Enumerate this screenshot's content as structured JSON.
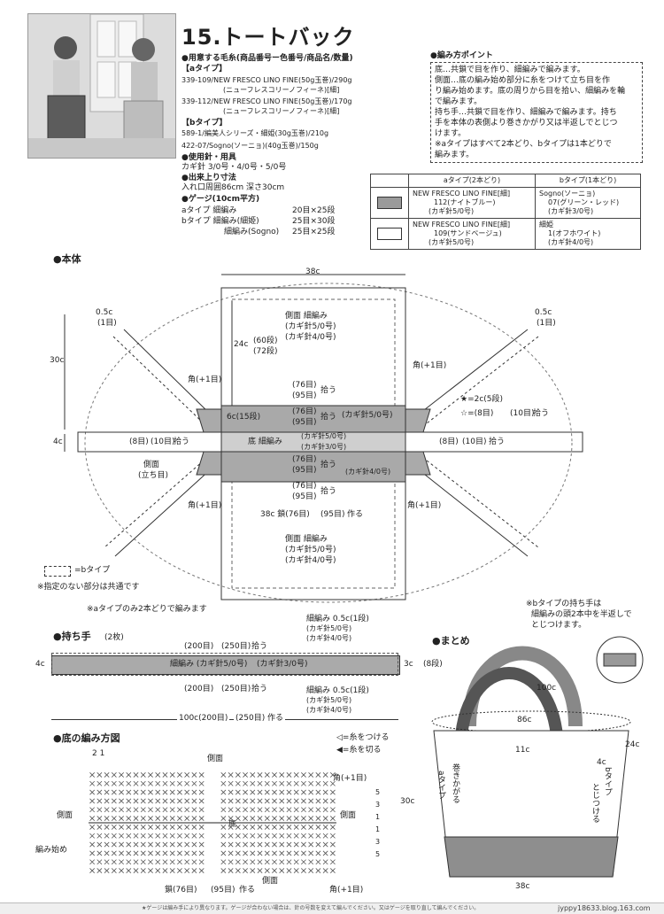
{
  "title": "15.トートバック",
  "materials": {
    "heading": "●用意する毛糸(商品番号ー色番号/商品名/数量)",
    "a_label": "【aタイプ】",
    "a1": "339-109/NEW FRESCO LINO FINE(50g玉巻)/290g",
    "a1b": "(ニューフレスコリーノフィーネ)[細]",
    "a2": "339-112/NEW FRESCO LINO FINE(50g玉巻)/170g",
    "a2b": "(ニューフレスコリーノフィーネ)[細]",
    "b_label": "【bタイプ】",
    "b1": "589-1/編美人シリーズ・細姫(30g玉巻)/210g",
    "b2": "422-07/Sogno(ソーニョ)(40g玉巻)/150g"
  },
  "tools": {
    "heading": "●使用針・用具",
    "line": "カギ針 3/0号・4/0号・5/0号"
  },
  "size": {
    "heading": "●出来上り寸法",
    "line": "入れ口周囲86cm 深さ30cm"
  },
  "gauge": {
    "heading": "●ゲージ(10cm平方)",
    "r1a": "aタイプ 細編み",
    "r1b": "20目×25段",
    "r2a": "bタイプ 細編み(細姫)",
    "r2b": "25目×30段",
    "r3a": "細編み(Sogno)",
    "r3b": "25目×25段"
  },
  "points": {
    "heading": "●編み方ポイント",
    "l1": "底…共鎖で目を作り、細編みで編みます。",
    "l2": "側面…底の編み始め部分に糸をつけて立ち目を作",
    "l3": "り編み始めます。底の周りから目を拾い、細編みを輪",
    "l4": "で編みます。",
    "l5": "持ち手…共鎖で目を作り、細編みで編みます。持ち",
    "l6": "手を本体の表側より巻きかがり又は半返しでとじつ",
    "l7": "けます。",
    "l8": "※aタイプはすべて2本どり、bタイプは1本どりで",
    "l9": "編みます。"
  },
  "color_table": {
    "h_a": "aタイプ(2本どり)",
    "h_b": "bタイプ(1本どり)",
    "r1_a1": "NEW FRESCO LINO FINE[細]",
    "r1_a2": "112(ナイトブルー)",
    "r1_a3": "(カギ針5/0号)",
    "r1_b1": "Sogno(ソーニョ)",
    "r1_b2": "07(グリーン・レッド)",
    "r1_b3": "(カギ針3/0号)",
    "r2_a1": "NEW FRESCO LINO FINE[細]",
    "r2_a2": "109(サンドベージュ)",
    "r2_a3": "(カギ針5/0号)",
    "r2_b1": "細姫",
    "r2_b2": "1(オフホワイト)",
    "r2_b3": "(カギ針4/0号)",
    "dark_color": "#9a9a9a",
    "light_color": "#ffffff"
  },
  "body": {
    "heading": "●本体",
    "w38": "38c",
    "h30": "30c",
    "h4": "4c",
    "h24": "24c",
    "d05l": "0.5c",
    "d1l": "(1目)",
    "d05r": "0.5c",
    "d1r": "(1目)",
    "side_top": "側面 細編み",
    "side_top_h1": "(カギ針5/0号)",
    "side_top_h2": "(カギ針4/0号)",
    "rows60": "(60段)",
    "rows72": "(72段)",
    "corner_tl": "角(+1目)",
    "corner_tr": "角(+1目)",
    "corner_bl": "角(+1目)",
    "corner_br": "角(+1目)",
    "r76a": "(76目)",
    "r95a": "(95目)",
    "pick_a": "拾う",
    "r76b": "(76目)",
    "r95b": "(95目)",
    "pick_b": "拾う",
    "hook5": "(カギ針5/0号)",
    "c6": "6c(15段)",
    "star2c": "★=2c(5段)",
    "star8": "☆=(8目)",
    "star10": "(10目)",
    "star_pick": "拾う",
    "l8": "(8目)",
    "l10": "(10目)",
    "l_pick": "拾う",
    "r8": "(8目)",
    "r10": "(10目)",
    "r_pick": "拾う",
    "bottom_label": "底 細編み",
    "bottom_h5": "(カギ針5/0号)",
    "bottom_h3": "(カギ針3/0号)",
    "bottom_h4": "(カギ針4/0号)",
    "side_label": "側面",
    "side_label2": "(立ち目)",
    "r76c": "(76目)",
    "r95c": "(95目)",
    "pick_c": "拾う",
    "r76d": "(76目)",
    "r95d": "(95目)",
    "pick_d": "拾う",
    "chain": "38c 鎖(76目)",
    "chain95": "(95目)",
    "make": "作る",
    "side_bot": "側面 細編み",
    "side_bot_h1": "(カギ針5/0号)",
    "side_bot_h2": "(カギ針4/0号)",
    "legend": "=bタイプ",
    "note1": "※指定のない部分は共通です",
    "note2": "※aタイプのみ2本どりで編みます"
  },
  "handle": {
    "heading": "●持ち手",
    "count": "(2枚)",
    "top_note": "細編み 0.5c(1段)",
    "top_h5": "(カギ針5/0号)",
    "top_h4": "(カギ針4/0号)",
    "pick200a": "(200目)",
    "pick250a": "(250目)",
    "pick_a": "拾う",
    "center": "細編み (カギ針5/0号)",
    "center_b": "(カギ針3/0号)",
    "left4": "4c",
    "right3": "3c",
    "rows8": "(8段)",
    "pick200b": "(200目)",
    "pick250b": "(250目)",
    "pick_b": "拾う",
    "bot_note": "細編み 0.5c(1段)",
    "bot_h5": "(カギ針5/0号)",
    "bot_h4": "(カギ針4/0号)",
    "length": "100c(200目)",
    "length250": "(250目)",
    "make": "作る"
  },
  "summary": {
    "heading": "●まとめ",
    "note1": "※bタイプの持ち手は",
    "note2": "細編みの頭2本中を半返しで",
    "note3": "とじつけます。",
    "d100": "100c",
    "d86": "86c",
    "d11": "11c",
    "d24": "24c",
    "d4": "4c",
    "d30": "30c",
    "d38": "38c",
    "a_type": "aタイプ",
    "a_method": "巻きかがる",
    "b_type": "bタイプ",
    "b_method": "とじつける"
  },
  "bottom_chart": {
    "heading": "●底の編み方図",
    "legend1": "◁=糸をつける",
    "legend2": "◀=糸を切る",
    "num21": "2 1",
    "side_top": "側面",
    "side_bot": "側面",
    "side_left": "側面",
    "side_right": "側面",
    "corner_top": "角(+1目)",
    "corner_bot": "角(+1目)",
    "start": "編み始め",
    "center": "底",
    "chain": "鎖(76目)",
    "chain95": "(95目)",
    "make": "作る",
    "rows": [
      "5",
      "3",
      "1",
      "1",
      "3",
      "5"
    ]
  },
  "footer": {
    "note": "★ゲージは編み手により異なります。ゲージが合わない場合は、針の号数を変えて編んでください。又はゲージを取り直して編んでください。",
    "site": "jyppy18633.blog.163.com"
  }
}
